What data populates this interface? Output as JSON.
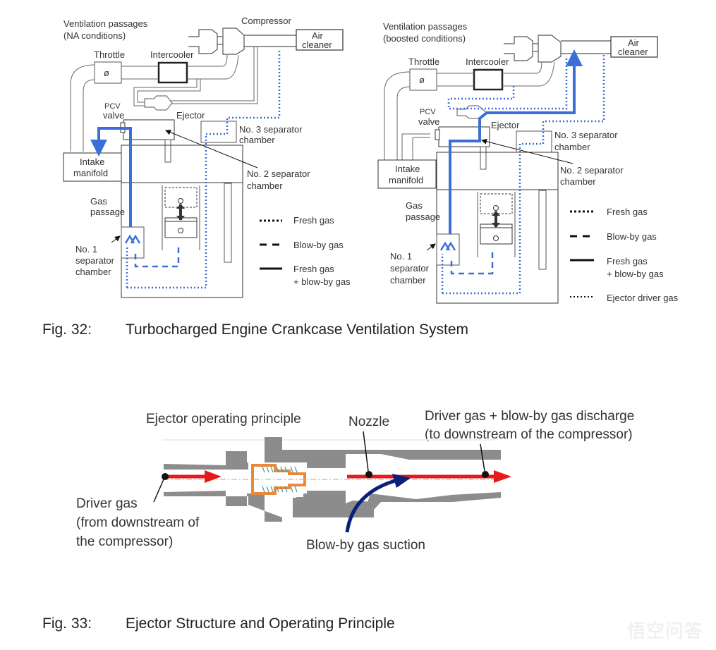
{
  "figure32": {
    "caption_num": "Fig. 32:",
    "caption_title": "Turbocharged Engine Crankcase Ventilation System",
    "left": {
      "title_line1": "Ventilation passages",
      "title_line2": "(NA conditions)",
      "labels": {
        "compressor": "Compressor",
        "air1": "Air",
        "air2": "cleaner",
        "throttle": "Throttle",
        "throttle_symbol": "ø",
        "intercooler": "Intercooler",
        "pcv1": "PCV",
        "pcv2": "valve",
        "ejector": "Ejector",
        "sep3_1": "No. 3 separator",
        "sep3_2": "chamber",
        "intake1": "Intake",
        "intake2": "manifold",
        "sep2_1": "No. 2 separator",
        "sep2_2": "chamber",
        "gas1": "Gas",
        "gas2": "passage",
        "sep1_1": "No. 1",
        "sep1_2": "separator",
        "sep1_3": "chamber"
      },
      "legend": [
        {
          "style": "dotted",
          "label1": "Fresh gas",
          "label2": ""
        },
        {
          "style": "dashed",
          "label1": "Blow-by gas",
          "label2": ""
        },
        {
          "style": "solid",
          "label1": "Fresh gas",
          "label2": "+ blow-by gas"
        }
      ]
    },
    "right": {
      "title_line1": "Ventilation passages",
      "title_line2": "(boosted conditions)",
      "labels": {
        "air1": "Air",
        "air2": "cleaner",
        "throttle": "Throttle",
        "throttle_symbol": "ø",
        "intercooler": "Intercooler",
        "pcv1": "PCV",
        "pcv2": "valve",
        "ejector": "Ejector",
        "sep3_1": "No. 3 separator",
        "sep3_2": "chamber",
        "intake1": "Intake",
        "intake2": "manifold",
        "sep2_1": "No. 2 separator",
        "sep2_2": "chamber",
        "gas1": "Gas",
        "gas2": "passage",
        "sep1_1": "No. 1",
        "sep1_2": "separator",
        "sep1_3": "chamber"
      },
      "legend": [
        {
          "style": "dotted",
          "label1": "Fresh gas",
          "label2": ""
        },
        {
          "style": "dashed",
          "label1": "Blow-by gas",
          "label2": ""
        },
        {
          "style": "solid",
          "label1": "Fresh gas",
          "label2": "+ blow-by gas"
        },
        {
          "style": "dotted-fine",
          "label1": "Ejector driver gas",
          "label2": ""
        }
      ]
    }
  },
  "figure33": {
    "caption_num": "Fig. 33:",
    "caption_title": "Ejector Structure and Operating Principle",
    "labels": {
      "principle": "Ejector operating principle",
      "nozzle": "Nozzle",
      "discharge1": "Driver gas + blow-by gas discharge",
      "discharge2": "(to downstream of the compressor)",
      "driver1": "Driver gas",
      "driver2": "(from downstream of",
      "driver3": "the compressor)",
      "suction": "Blow-by gas suction"
    }
  },
  "colors": {
    "flow_blue": "#3a6fd8",
    "driver_red": "#e8191a",
    "suction_navy": "#0a1f7a",
    "body_gray": "#8c8c8c",
    "valve_orange": "#e98a3a"
  },
  "watermark": "悟空问答"
}
